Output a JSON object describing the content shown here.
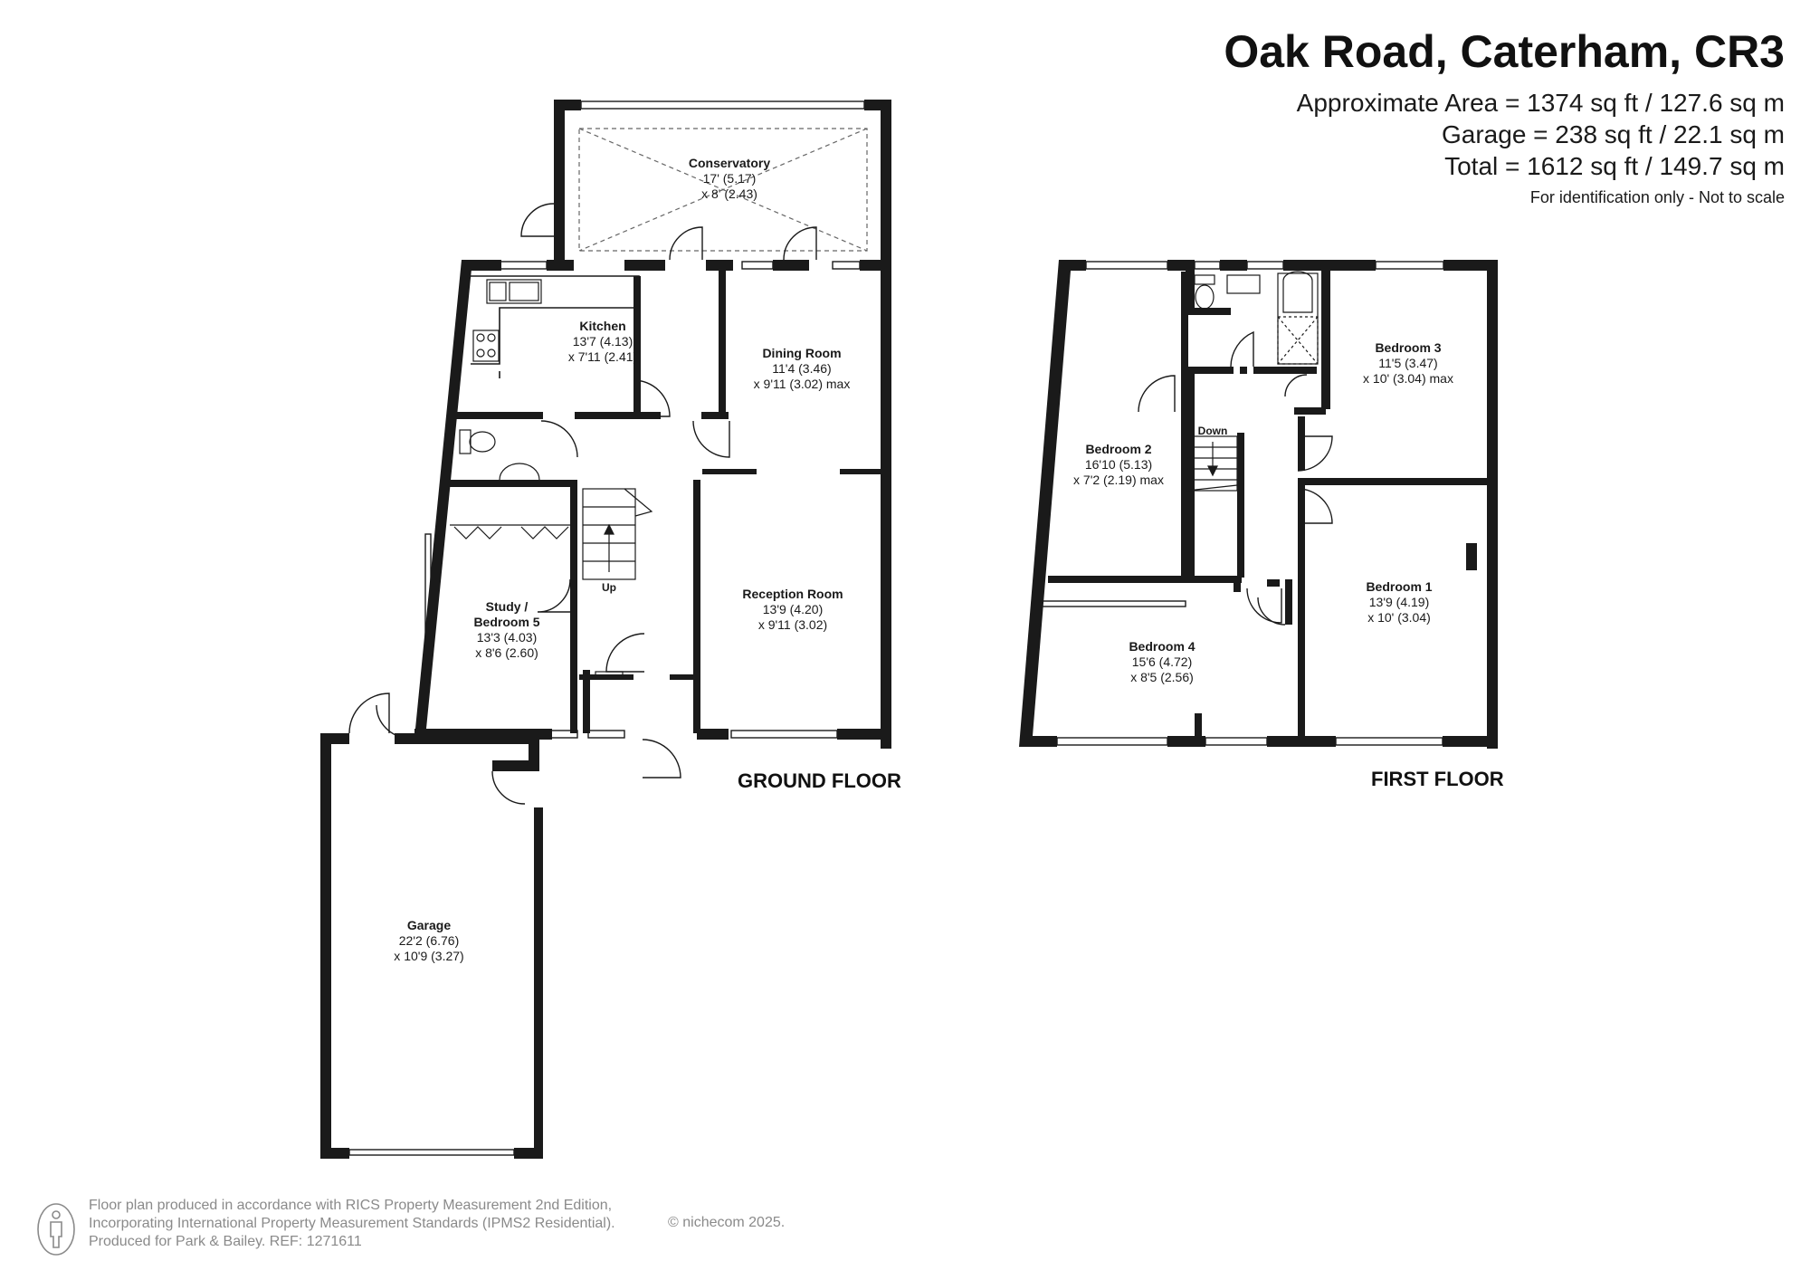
{
  "header": {
    "title": "Oak Road, Caterham, CR3",
    "area_line": "Approximate Area = 1374 sq ft / 127.6 sq m",
    "garage_line": "Garage = 238 sq ft / 22.1 sq m",
    "total_line": "Total = 1612 sq ft / 149.7 sq m",
    "note": "For identification only - Not to scale"
  },
  "floors": {
    "ground": "GROUND FLOOR",
    "first": "FIRST FLOOR"
  },
  "rooms": {
    "conservatory": {
      "name": "Conservatory",
      "dim1": "17' (5.17)",
      "dim2": "x 8' (2.43)"
    },
    "kitchen": {
      "name": "Kitchen",
      "dim1": "13'7 (4.13)",
      "dim2": "x 7'11 (2.41)"
    },
    "dining": {
      "name": "Dining Room",
      "dim1": "11'4 (3.46)",
      "dim2": "x 9'11 (3.02) max"
    },
    "reception": {
      "name": "Reception Room",
      "dim1": "13'9 (4.20)",
      "dim2": "x 9'11 (3.02)"
    },
    "study": {
      "name": "Study /",
      "name2": "Bedroom 5",
      "dim1": "13'3 (4.03)",
      "dim2": "x 8'6 (2.60)"
    },
    "garage": {
      "name": "Garage",
      "dim1": "22'2 (6.76)",
      "dim2": "x 10'9 (3.27)"
    },
    "bedroom2": {
      "name": "Bedroom 2",
      "dim1": "16'10 (5.13)",
      "dim2": "x 7'2 (2.19) max"
    },
    "bedroom3": {
      "name": "Bedroom 3",
      "dim1": "11'5 (3.47)",
      "dim2": "x 10' (3.04) max"
    },
    "bedroom1": {
      "name": "Bedroom 1",
      "dim1": "13'9 (4.19)",
      "dim2": "x 10' (3.04)"
    },
    "bedroom4": {
      "name": "Bedroom 4",
      "dim1": "15'6 (4.72)",
      "dim2": "x 8'5 (2.56)"
    }
  },
  "stairs": {
    "up": "Up",
    "down": "Down"
  },
  "footer": {
    "line1": "Floor plan produced in accordance with RICS Property Measurement 2nd Edition,",
    "line2": "Incorporating International Property Measurement Standards (IPMS2 Residential).",
    "line3": "Produced for Park & Bailey.   REF: 1271611",
    "copyright": "© nichecom 2025."
  },
  "colors": {
    "wall": "#1a1a1a",
    "text": "#1a1a1a",
    "footer": "#8a8a8a"
  },
  "icons": [
    "person-icon",
    "toilet-icon",
    "sink-icon",
    "hob-icon",
    "bath-icon",
    "stairs-arrow-icon"
  ]
}
